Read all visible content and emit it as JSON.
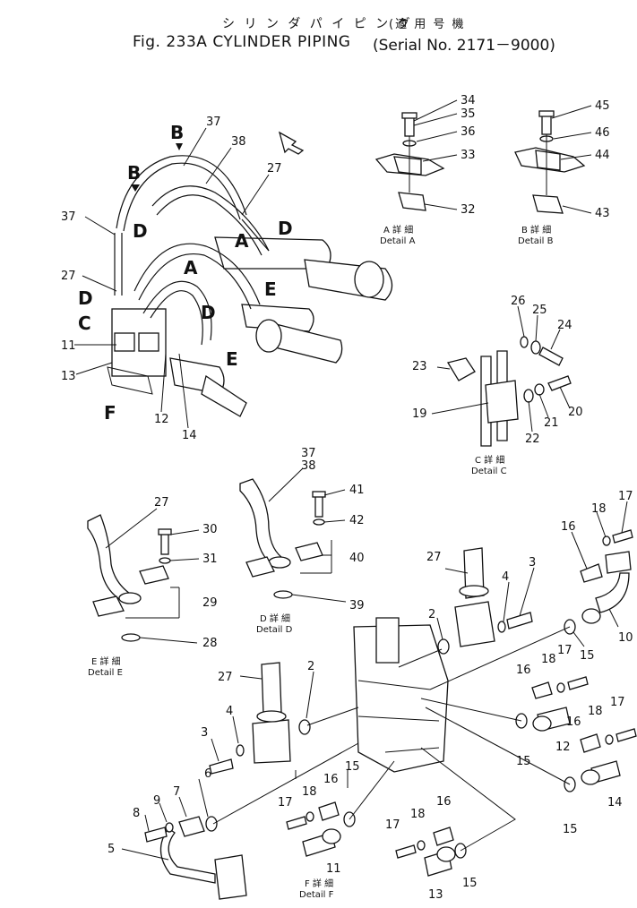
{
  "header": {
    "jp_title": "シ リ ン ダ  パ イ ピ ン グ",
    "jp_serial": "(適 用 号 機",
    "en_title": "Fig. 233A   CYLINDER   PIPING",
    "serial": "(Serial No. 2171－9000)"
  },
  "view_markers": [
    "A",
    "B",
    "C",
    "D",
    "E",
    "F"
  ],
  "details": {
    "A": {
      "jp": "A  詳  細",
      "en": "Detail  A"
    },
    "B": {
      "jp": "B  詳  細",
      "en": "Detail  B"
    },
    "C": {
      "jp": "C  詳  細",
      "en": "Detail  C"
    },
    "D": {
      "jp": "D  詳  細",
      "en": "Detail  D"
    },
    "E": {
      "jp": "E  詳  細",
      "en": "Detail  E"
    },
    "F": {
      "jp": "F  詳  細",
      "en": "Detail  F"
    }
  },
  "part_numbers": [
    "2",
    "3",
    "4",
    "5",
    "6",
    "7",
    "8",
    "9",
    "10",
    "11",
    "12",
    "13",
    "14",
    "15",
    "16",
    "17",
    "18",
    "19",
    "20",
    "21",
    "22",
    "23",
    "24",
    "25",
    "26",
    "27",
    "28",
    "29",
    "30",
    "31",
    "32",
    "33",
    "34",
    "35",
    "36",
    "37",
    "38",
    "39",
    "40",
    "41",
    "42",
    "43",
    "44",
    "45",
    "46"
  ]
}
